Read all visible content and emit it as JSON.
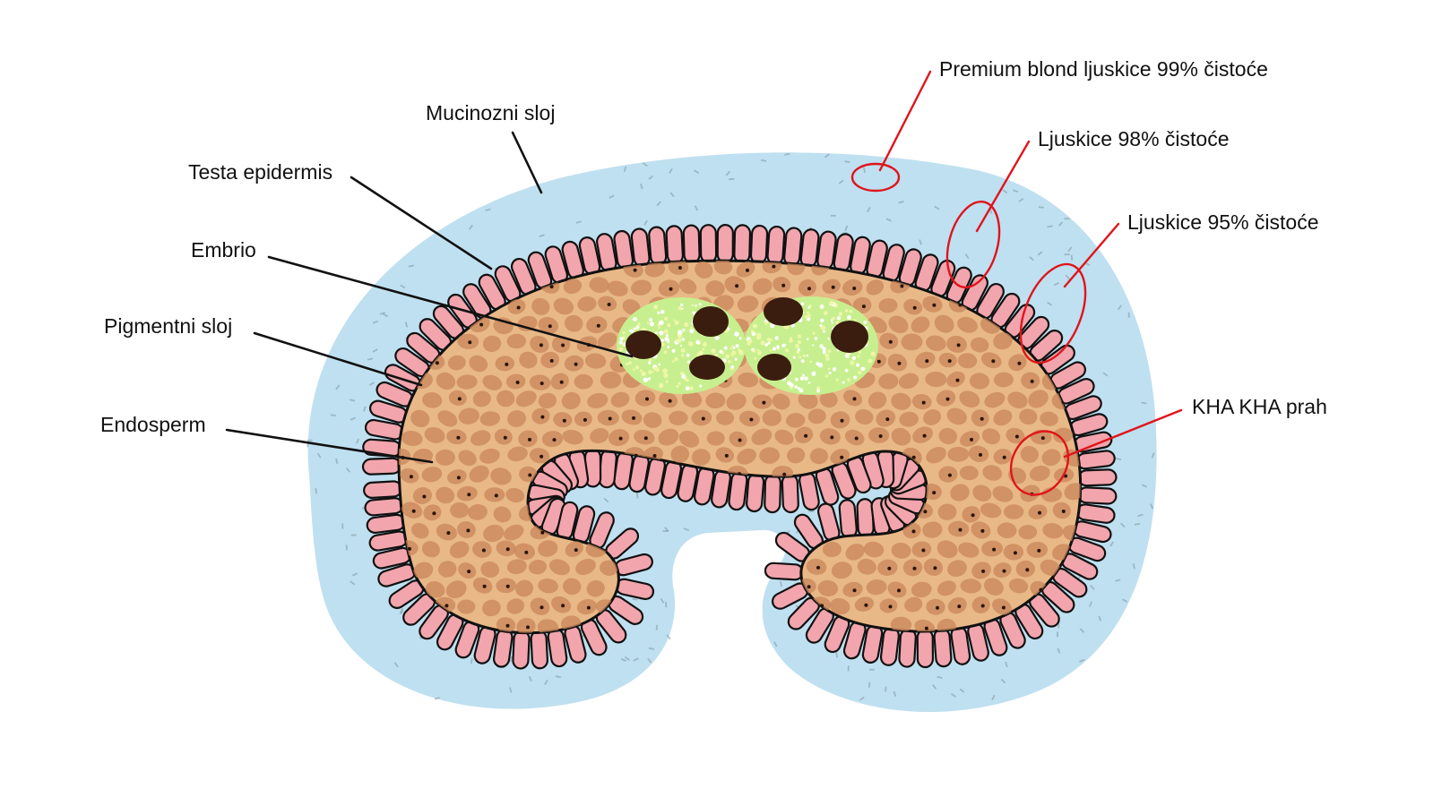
{
  "labels": {
    "mucinous": "Mucinozni sloj",
    "testa_epidermis": "Testa epidermis",
    "embryo": "Embrio",
    "pigment": "Pigmentni sloj",
    "endosperm": "Endosperm"
  },
  "products": {
    "premium": "Premium blond ljuskice 99% čistoće",
    "flakes98": "Ljuskice 98% čistoće",
    "flakes95": "Ljuskice 95% čistoće",
    "powder": "KHA KHA prah"
  },
  "colors": {
    "mucilage": "#bfe0f0",
    "epidermis": "#f2a5ad",
    "endosperm": "#e8b887",
    "endosperm_cell": "#c9865a",
    "embryo": "#c7ef8f",
    "embryo_nucleus": "#3a1d0e",
    "outline": "#111111",
    "highlight": "#e0141b"
  }
}
